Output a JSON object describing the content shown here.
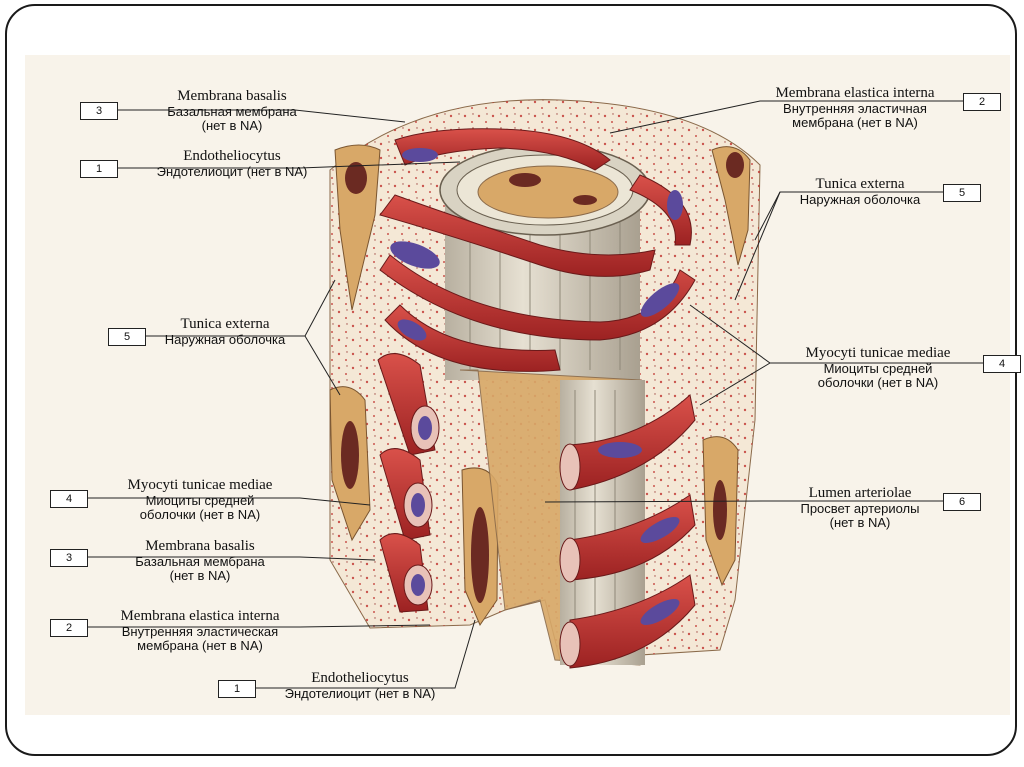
{
  "slide": {
    "labels": [
      {
        "num": "3",
        "latin": "Membrana basalis",
        "ru": "Базальная мембрана",
        "ru2": "(нет в NA)"
      },
      {
        "num": "1",
        "latin": "Endotheliocytus",
        "ru": "Эндотелиоцит (нет в NA)"
      },
      {
        "num": "5",
        "latin": "Tunica externa",
        "ru": "Наружная оболочка"
      },
      {
        "num": "4",
        "latin": "Myocyti tunicae mediae",
        "ru": "Миоциты средней",
        "ru2": "оболочки (нет в NA)"
      },
      {
        "num": "3",
        "latin": "Membrana basalis",
        "ru": "Базальная мембрана",
        "ru2": "(нет в NA)"
      },
      {
        "num": "2",
        "latin": "Membrana elastica interna",
        "ru": "Внутренняя эластическая",
        "ru2": "мембрана (нет в NA)"
      },
      {
        "num": "1",
        "latin": "Endotheliocytus",
        "ru": "Эндотелиоцит (нет в NA)"
      },
      {
        "num": "2",
        "latin": "Membrana elastica interna",
        "ru": "Внутренняя эластичная",
        "ru2": "мембрана (нет в NA)"
      },
      {
        "num": "5",
        "latin": "Tunica externa",
        "ru": "Наружная оболочка"
      },
      {
        "num": "4",
        "latin": "Myocyti tunicae mediae",
        "ru": "Миоциты средней",
        "ru2": "оболочки (нет в NA)"
      },
      {
        "num": "6",
        "latin": "Lumen arteriolae",
        "ru": "Просвет артериолы",
        "ru2": "(нет в NA)"
      }
    ]
  },
  "colors": {
    "frame": "#1a1a1a",
    "plate": "#f8f3ea",
    "muscle": "#c0302c",
    "nucleus": "#5b4a9c",
    "tan": "#d8a868",
    "endothelium": "#d9d3c3"
  }
}
